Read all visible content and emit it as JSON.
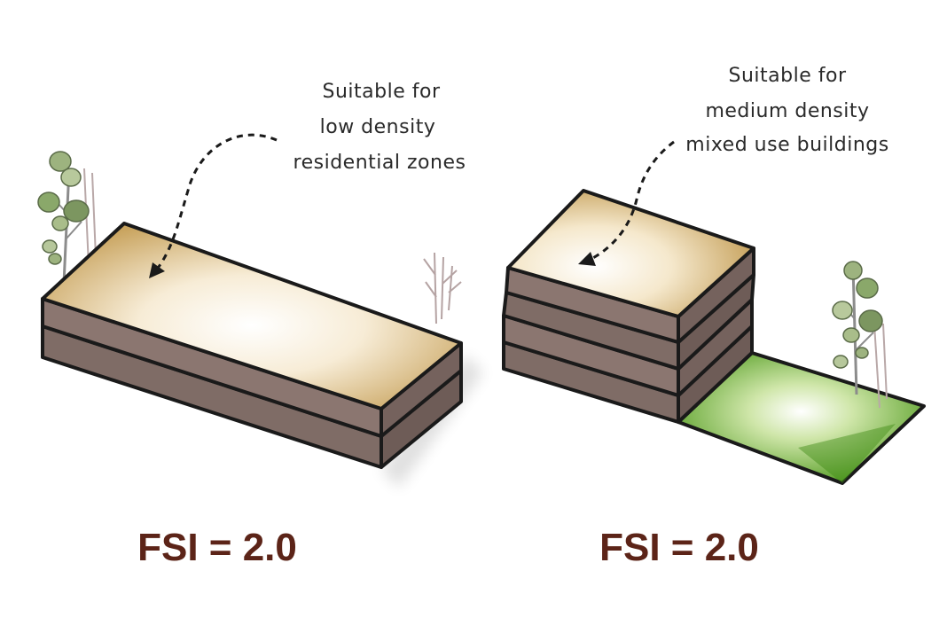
{
  "left": {
    "annotation": [
      "Suitable for",
      "low density",
      "residential zones"
    ],
    "fsi_label": "FSI = 2.0"
  },
  "right": {
    "annotation": [
      "Suitable for",
      "medium density",
      "mixed use buildings"
    ],
    "fsi_label": "FSI = 2.0"
  },
  "colors": {
    "roof_tan": "#c9a45f",
    "roof_light": "#fbf4e6",
    "slab_side": "#8b7670",
    "slab_front": "#7f6c66",
    "lawn_green": "#5da22a",
    "tree_green": "#8aa86a",
    "fsi_text": "#5c2418"
  }
}
